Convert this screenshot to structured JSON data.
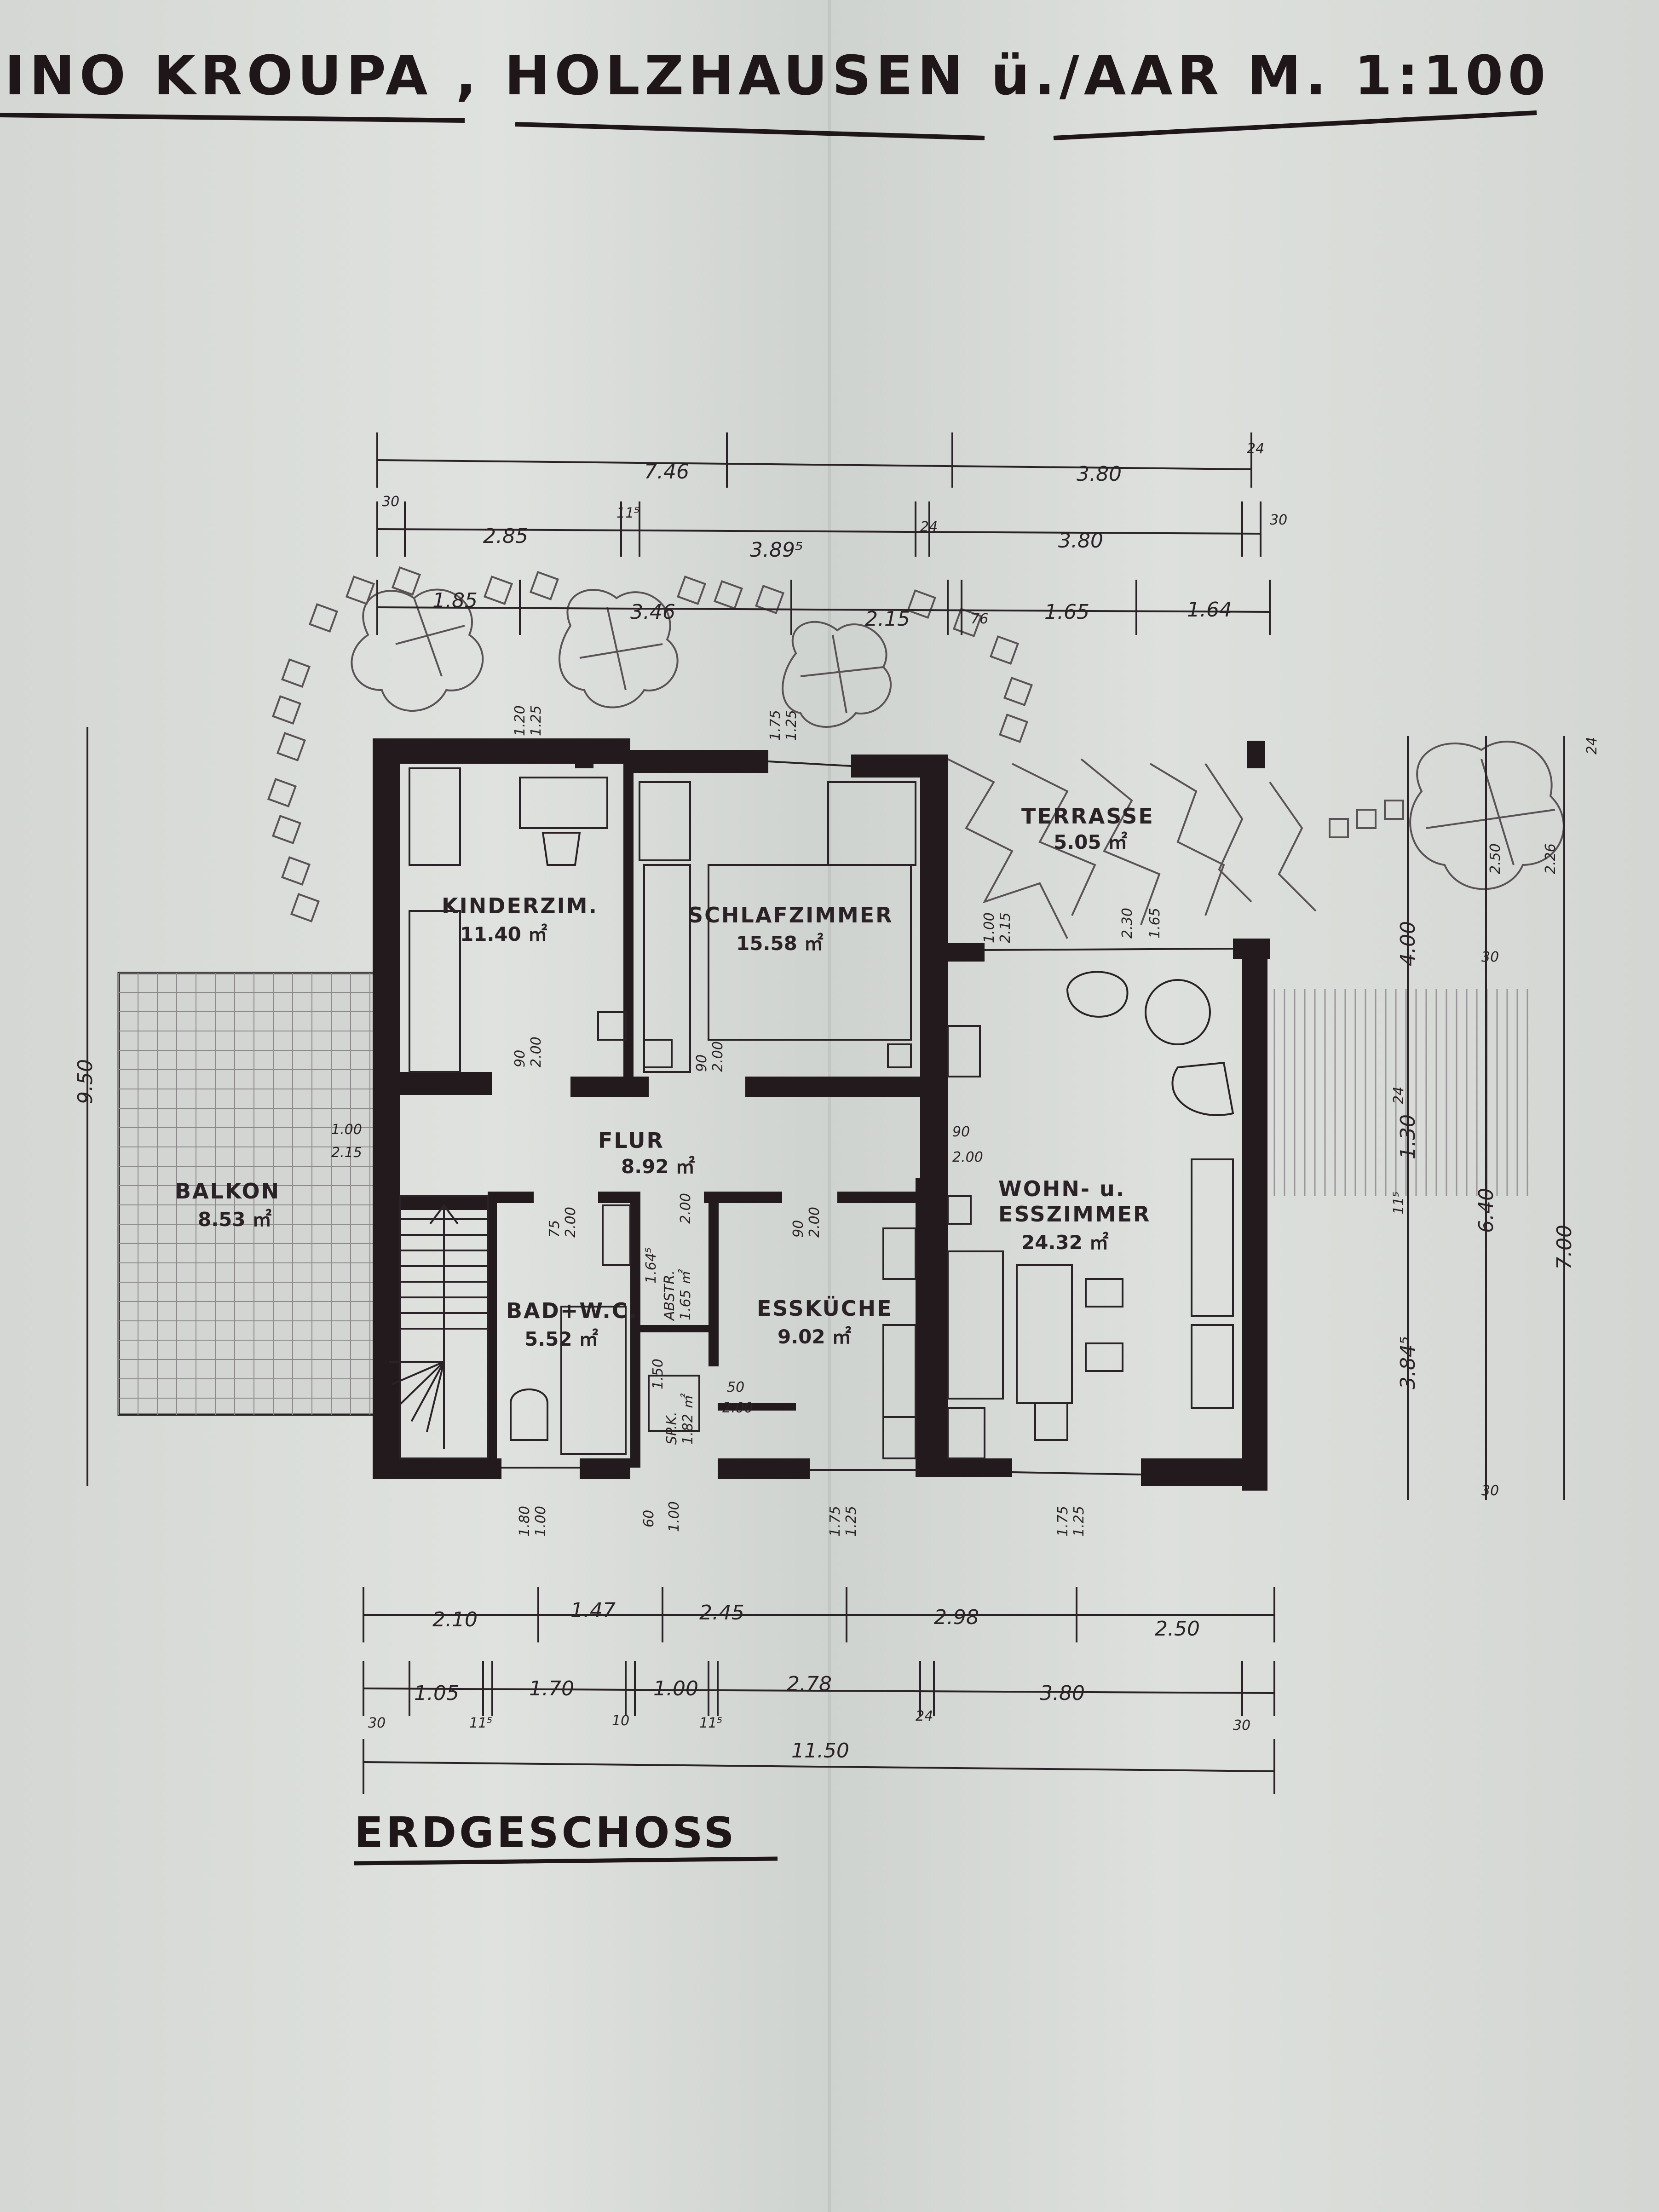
{
  "header": {
    "title": "INO KROUPA , HOLZHAUSEN ü./AAR M. 1:100"
  },
  "floor_label": "ERDGESCHOSS",
  "rooms": [
    {
      "name": "KINDERZIM.",
      "area": "11.40 ㎡"
    },
    {
      "name": "SCHLAFZIMMER",
      "area": "15.58 ㎡"
    },
    {
      "name": "TERRASSE",
      "area": "5.05 ㎡"
    },
    {
      "name": "BALKON",
      "area": "8.53 ㎡"
    },
    {
      "name": "FLUR",
      "area": "8.92 ㎡"
    },
    {
      "name": "WOHN- u.",
      "name2": "ESSZIMMER",
      "area": "24.32 ㎡"
    },
    {
      "name": "BAD+W.C.",
      "area": "5.52 ㎡"
    },
    {
      "name": "ABSTR.",
      "area": "1.65 ㎡"
    },
    {
      "name": "ESSKÜCHE",
      "area": "9.02 ㎡"
    },
    {
      "name": "SP.K.",
      "area": "1.82 ㎡"
    }
  ],
  "dimensions": {
    "top_row1": [
      "7.46",
      "3.80",
      "24"
    ],
    "top_row2": [
      "30",
      "2.85",
      "11⁵",
      "3.89⁵",
      "24",
      "3.80",
      "30"
    ],
    "top_row3": [
      "1.85",
      "3.46",
      "2.15",
      "76",
      "1.65",
      "1.64"
    ],
    "bottom_row1": [
      "2.10",
      "1.47",
      "2.45",
      "2.98",
      "2.50"
    ],
    "bottom_row2": [
      "30",
      "1.05",
      "11⁵",
      "1.70",
      "10",
      "1.00",
      "11⁵",
      "2.78",
      "24",
      "3.80",
      "30"
    ],
    "bottom_total": "11.50",
    "left_total": "9.50",
    "right_row1": [
      "24",
      "4.00",
      "30",
      "24",
      "1.30",
      "11⁵",
      "6.40",
      "3.84⁵",
      "30"
    ],
    "right_total": "7.00",
    "windows_top": [
      "1.20",
      "1.25",
      "1.75",
      "1.25"
    ],
    "windows_bottom": [
      "1.80",
      "1.00",
      "60",
      "1.00",
      "1.75",
      "1.25",
      "1.75",
      "1.25"
    ],
    "doors": [
      "90",
      "2.00",
      "90",
      "2.00",
      "1.00",
      "2.15",
      "90",
      "2.00",
      "75",
      "2.00",
      "90",
      "2.00",
      "1.64⁵",
      "2.00",
      "1.50",
      "50",
      "2.00",
      "1.00",
      "2.15",
      "2.30",
      "1.65",
      "2.50",
      "2.26"
    ]
  }
}
